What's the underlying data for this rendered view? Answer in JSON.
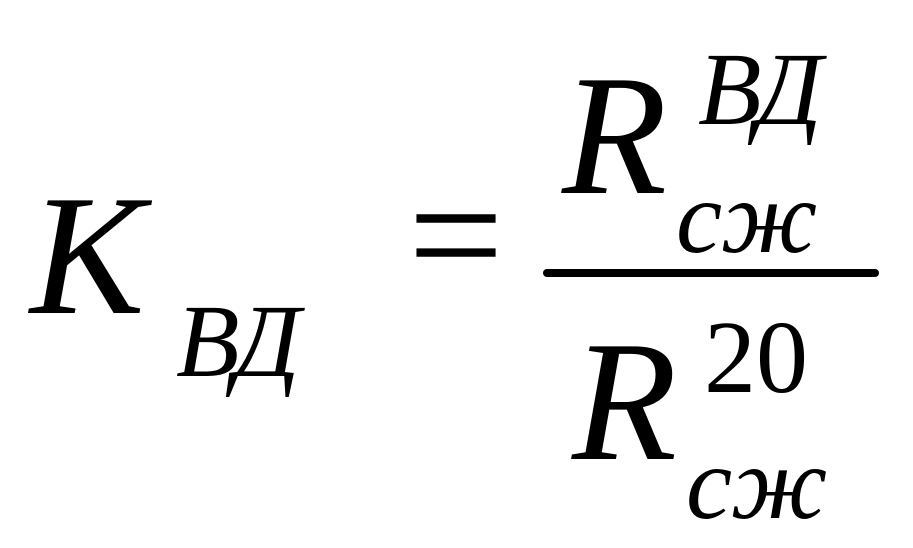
{
  "formula": {
    "lhs": {
      "symbol": "K",
      "subscript": "ВД"
    },
    "equals": "=",
    "numerator": {
      "symbol": "R",
      "superscript": "ВД",
      "subscript": "сж"
    },
    "denominator": {
      "symbol": "R",
      "superscript": "20",
      "subscript": "сж"
    }
  }
}
